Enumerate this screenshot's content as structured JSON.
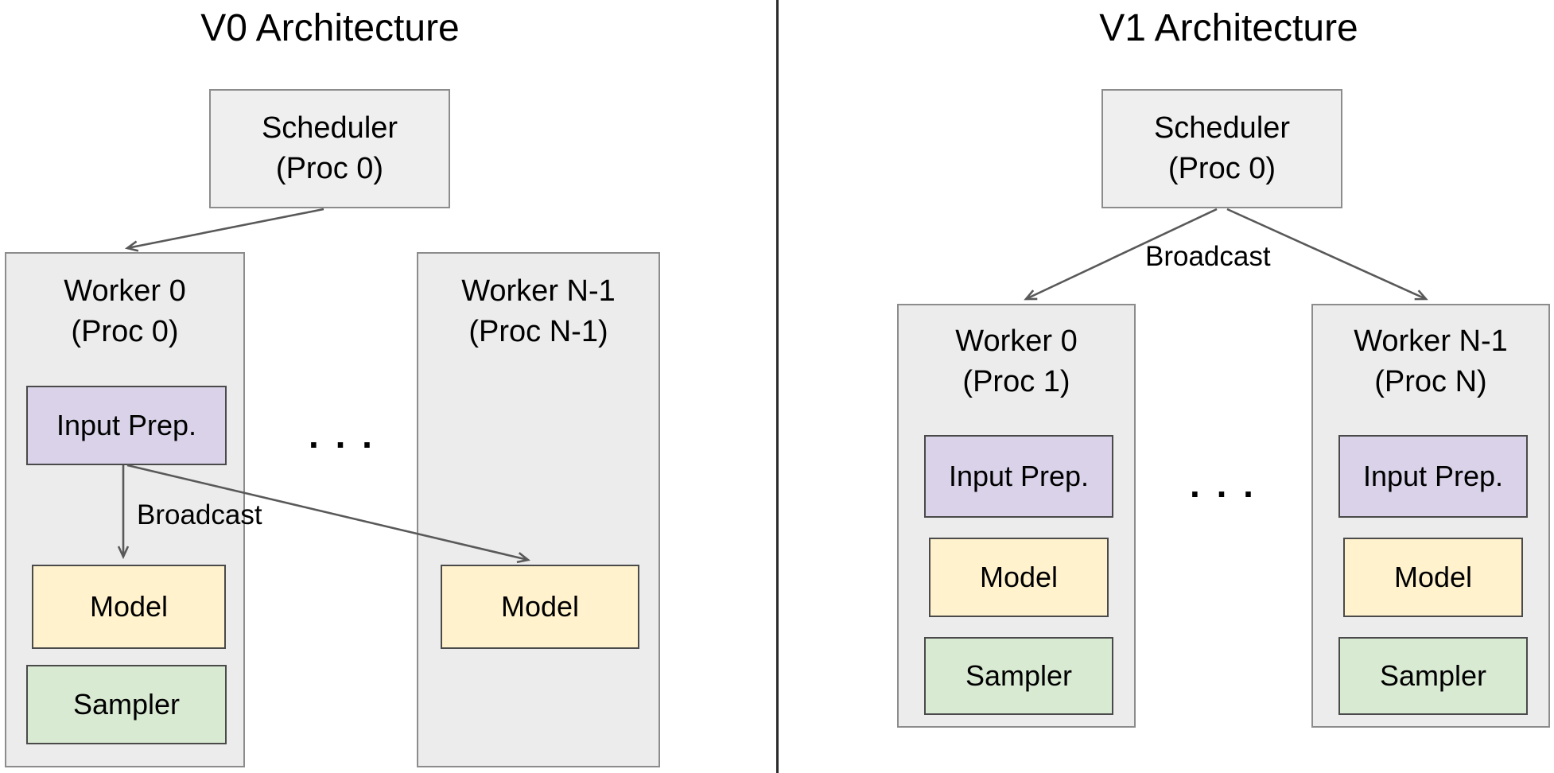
{
  "colors": {
    "box_fill_gray": "#efefef",
    "box_border_gray": "#8c8c8c",
    "input_prep_fill": "#d9d2e9",
    "model_fill": "#fff2cc",
    "sampler_fill": "#d9ead3",
    "arrow_color": "#595959",
    "divider_color": "#2b2b2b",
    "text_color": "#000000"
  },
  "v0": {
    "title": "V0 Architecture",
    "scheduler_label": "Scheduler\n(Proc 0)",
    "broadcast_label": "Broadcast",
    "dots": ". . .",
    "worker0": {
      "label": "Worker 0\n(Proc 0)",
      "input_prep_label": "Input Prep.",
      "model_label": "Model",
      "sampler_label": "Sampler"
    },
    "workerN": {
      "label": "Worker N-1\n(Proc N-1)",
      "model_label": "Model"
    }
  },
  "v1": {
    "title": "V1 Architecture",
    "scheduler_label": "Scheduler\n(Proc 0)",
    "broadcast_label": "Broadcast",
    "dots": ". . .",
    "worker0": {
      "label": "Worker 0\n(Proc 1)",
      "input_prep_label": "Input Prep.",
      "model_label": "Model",
      "sampler_label": "Sampler"
    },
    "workerN": {
      "label": "Worker N-1\n(Proc N)",
      "input_prep_label": "Input Prep.",
      "model_label": "Model",
      "sampler_label": "Sampler"
    }
  }
}
